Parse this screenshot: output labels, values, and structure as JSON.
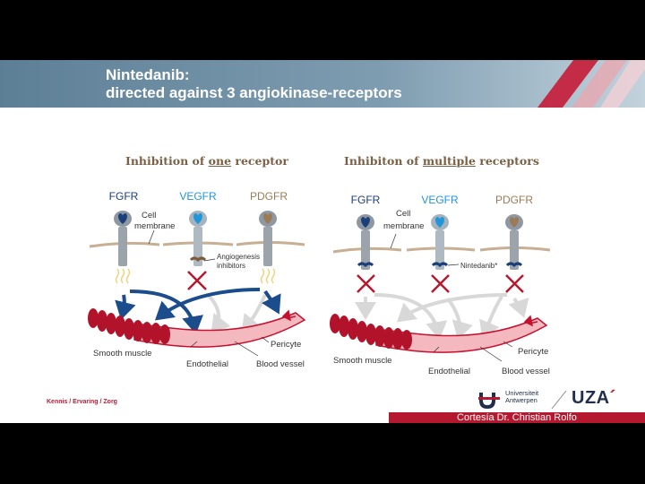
{
  "title": {
    "line1": "Nintedanib:",
    "line2": "directed against 3 angiokinase-receptors"
  },
  "left_panel": {
    "heading_pre": "Inhibition of ",
    "heading_emph": "one",
    "heading_post": " receptor",
    "receptors": [
      "FGFR",
      "VEGFR",
      "PDGFR"
    ],
    "cell_membrane": [
      "Cell",
      "membrane"
    ],
    "inhibitor": [
      "Angiogenesis",
      "inhibitors"
    ],
    "cells": [
      "Smooth muscle",
      "Endothelial",
      "Pericyte",
      "Blood vessel"
    ]
  },
  "right_panel": {
    "heading_pre": "Inhibiton of ",
    "heading_emph": "multiple",
    "heading_post": " receptors",
    "receptors": [
      "FGFR",
      "VEGFR",
      "PDGFR"
    ],
    "cell_membrane": [
      "Cell",
      "membrane"
    ],
    "inhibitor": [
      "Nintedanib*"
    ],
    "cells": [
      "Smooth muscle",
      "Endothelial",
      "Pericyte",
      "Blood vessel"
    ]
  },
  "footer": {
    "motto": "Kennis / Ervaring / Zorg",
    "credit": "Cortesía Dr. Christian Rolfo",
    "university": [
      "Universiteit",
      "Antwerpen"
    ],
    "hospital_logo": "UZA"
  },
  "colors": {
    "fgfr": "#1b3f79",
    "vegfr": "#2196d8",
    "pdgfr": "#9a7b58",
    "arrow_active": "#1b4c8c",
    "arrow_inactive": "#d8d8d8",
    "inhibit_x": "#b4192f",
    "vessel": "#c8102e",
    "banner": "#6d8da3"
  }
}
